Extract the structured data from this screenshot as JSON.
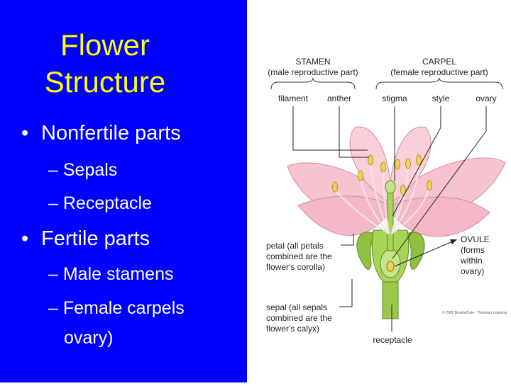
{
  "slide": {
    "title_line1": "Flower",
    "title_line2": "Structure",
    "bullets": [
      {
        "label": "Nonfertile parts",
        "subs": [
          "Sepals",
          "Receptacle"
        ]
      },
      {
        "label": "Fertile parts",
        "subs": [
          "Male stamens",
          "Female carpels"
        ]
      }
    ],
    "continuation": "ovary)",
    "bullet_glyph": "•",
    "dash_glyph": "–"
  },
  "diagram": {
    "stamen_title": "STAMEN",
    "stamen_sub": "(male reproductive part)",
    "carpel_title": "CARPEL",
    "carpel_sub": "(female reproductive part)",
    "filament": "filament",
    "anther": "anther",
    "stigma": "stigma",
    "style": "style",
    "ovary": "ovary",
    "petal_l1": "petal (all petals",
    "petal_l2": "combined are the",
    "petal_l3": "flower's corolla)",
    "ovule_l1": "OVULE",
    "ovule_l2": "(forms",
    "ovule_l3": "within",
    "ovule_l4": "ovary)",
    "sepal_l1": "sepal (all sepals",
    "sepal_l2": "combined are the",
    "sepal_l3": "flower's calyx)",
    "receptacle": "receptacle",
    "credit": "© 2001 Brooks/Cole - Thomson Learning"
  },
  "colors": {
    "background": "#0000ff",
    "title": "#ffff00",
    "bullet_text": "#ffffff",
    "petal": "#f4b8c6",
    "sepal": "#8fc040",
    "anther": "#f2d35a"
  }
}
